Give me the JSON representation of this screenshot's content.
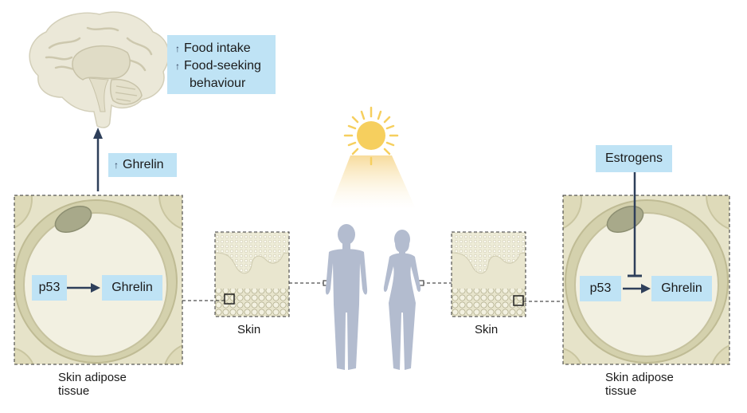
{
  "brain_effects": {
    "line1": "Food intake",
    "line2": "Food-seeking",
    "line3": "behaviour",
    "arrow_glyph": "↑"
  },
  "ghrelin_signal": {
    "arrow_glyph": "↑",
    "label": "Ghrelin"
  },
  "left_panel": {
    "source_label": "p53",
    "target_label": "Ghrelin",
    "caption_line1": "Skin adipose",
    "caption_line2": "tissue"
  },
  "right_panel": {
    "source_label": "p53",
    "target_label": "Ghrelin",
    "inhibitor_label": "Estrogens",
    "caption_line1": "Skin adipose",
    "caption_line2": "tissue"
  },
  "skin_left": {
    "caption": "Skin"
  },
  "skin_right": {
    "caption": "Skin"
  },
  "icons": {
    "brain": "brain-icon",
    "sun": "sun-icon",
    "male": "male-silhouette-icon",
    "female": "female-silhouette-icon"
  },
  "colors": {
    "label_bg": "#bfe3f5",
    "arrow": "#2e3f5a",
    "silhouette": "#b3bccf",
    "sun": "#f6cf5e",
    "tissue": "#e9e5cf"
  }
}
